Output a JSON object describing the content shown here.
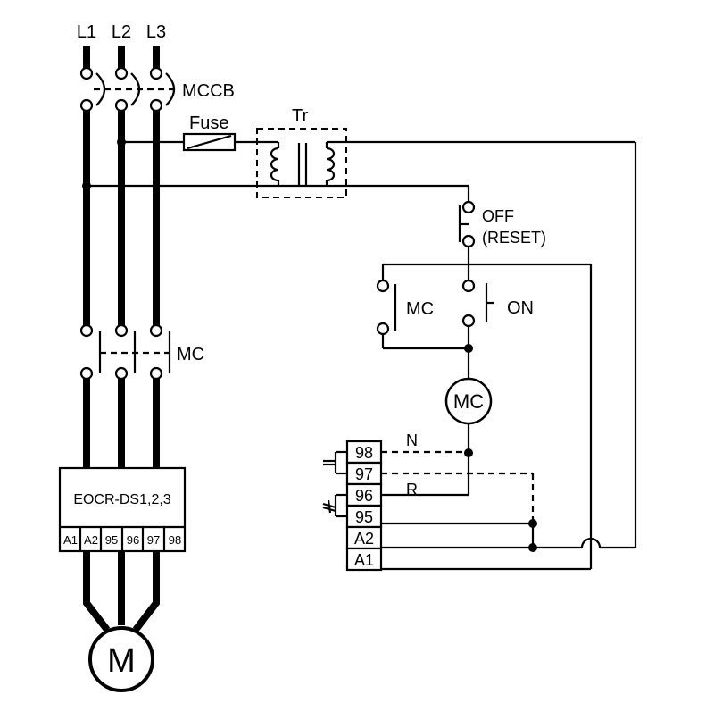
{
  "lines": {
    "l1": "L1",
    "l2": "L2",
    "l3": "L3"
  },
  "breaker": {
    "label": "MCCB"
  },
  "fuse": {
    "label": "Fuse"
  },
  "transformer": {
    "label": "Tr"
  },
  "off_switch": {
    "label": "OFF",
    "sublabel": "(RESET)"
  },
  "on_switch": {
    "label": "ON"
  },
  "aux_contact": {
    "label": "MC"
  },
  "main_contactor": {
    "label": "MC"
  },
  "coil": {
    "label": "MC"
  },
  "relay": {
    "name": "EOCR-DS1,2,3",
    "bottom_terminals": [
      "A1",
      "A2",
      "95",
      "96",
      "97",
      "98"
    ],
    "side_terminals": [
      "98",
      "97",
      "96",
      "95",
      "A2",
      "A1"
    ]
  },
  "wire_labels": {
    "n": "N",
    "r": "R"
  },
  "motor": {
    "label": "M"
  }
}
